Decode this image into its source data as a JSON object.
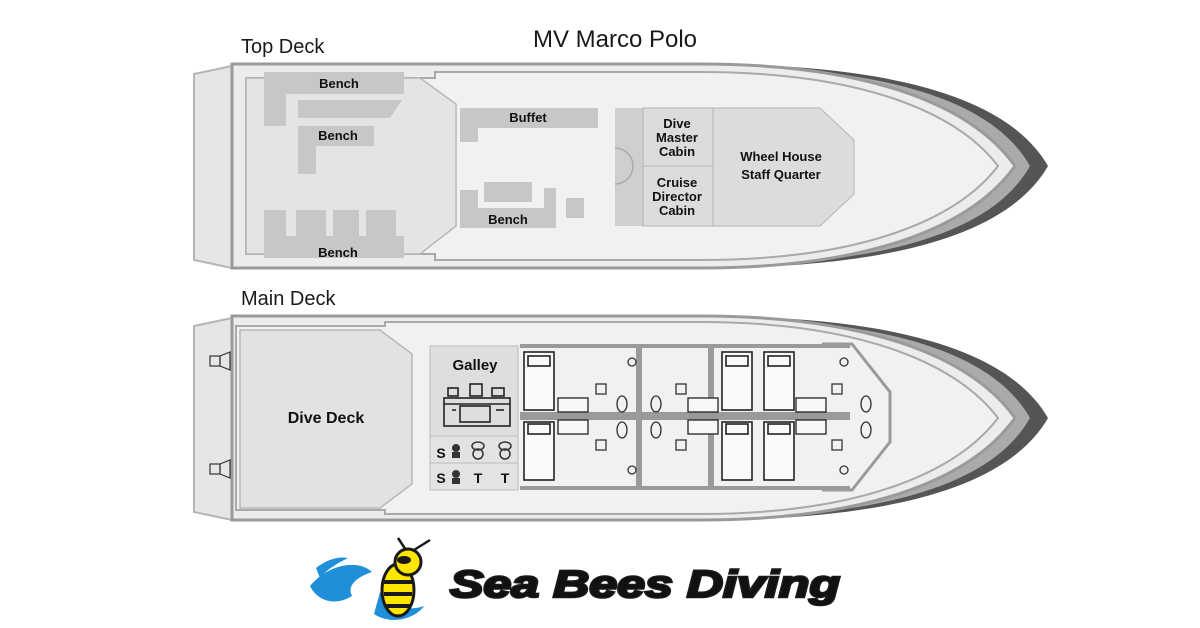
{
  "title": "MV Marco Polo",
  "top_deck": {
    "label": "Top Deck",
    "bench_1": "Bench",
    "bench_2": "Bench",
    "bench_3": "Bench",
    "bench_4": "Bench",
    "buffet": "Buffet",
    "dive_master_cabin": [
      "Dive",
      "Master",
      "Cabin"
    ],
    "cruise_director_cabin": [
      "Cruise",
      "Director",
      "Cabin"
    ],
    "wheel_house": [
      "Wheel House",
      "Staff Quarter"
    ]
  },
  "main_deck": {
    "label": "Main Deck",
    "dive_deck": "Dive Deck",
    "galley": "Galley",
    "shower_1": "S",
    "shower_2": "S",
    "toilet_1": "T",
    "toilet_2": "T"
  },
  "logo": {
    "text": "Sea Bees Diving",
    "colors": {
      "fill": "#ffe600",
      "outline": "#1a1a1a",
      "water": "#1e8fd8"
    }
  },
  "colors": {
    "hull": "#e9e9e9",
    "outline": "#9a9a9a",
    "room": "#d6d6d6",
    "furniture": "#c4c4c4"
  }
}
